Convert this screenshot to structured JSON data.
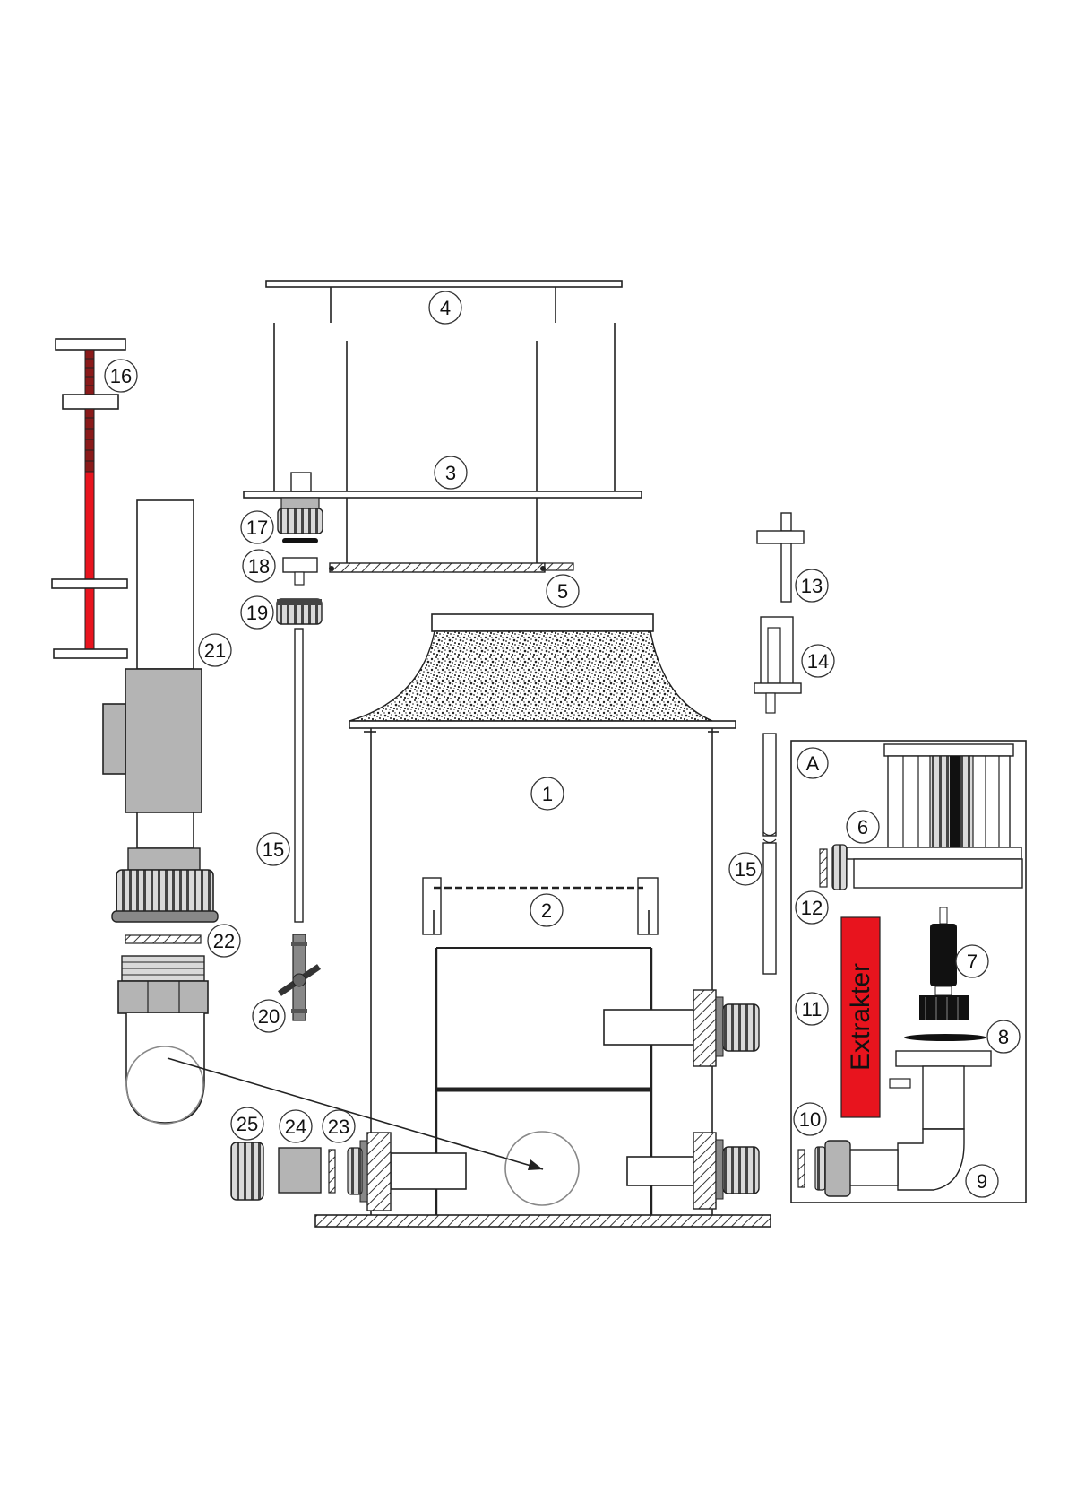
{
  "colors": {
    "accent_red": "#e8141e",
    "part_gray": "#b4b4b4",
    "dark_gray": "#5a5a5a",
    "line": "#222222"
  },
  "labels": {
    "l1": "1",
    "l2": "2",
    "l3": "3",
    "l4": "4",
    "l5": "5",
    "l6": "6",
    "l7": "7",
    "l8": "8",
    "l9": "9",
    "l10": "10",
    "l11": "11",
    "l12": "12",
    "l13": "13",
    "l14": "14",
    "l15a": "15",
    "l15b": "15",
    "l16": "16",
    "l17": "17",
    "l18": "18",
    "l19": "19",
    "l20": "20",
    "l21": "21",
    "l22": "22",
    "l23": "23",
    "l24": "24",
    "l25": "25",
    "lA": "A"
  },
  "extractor_label": "Extrakter"
}
